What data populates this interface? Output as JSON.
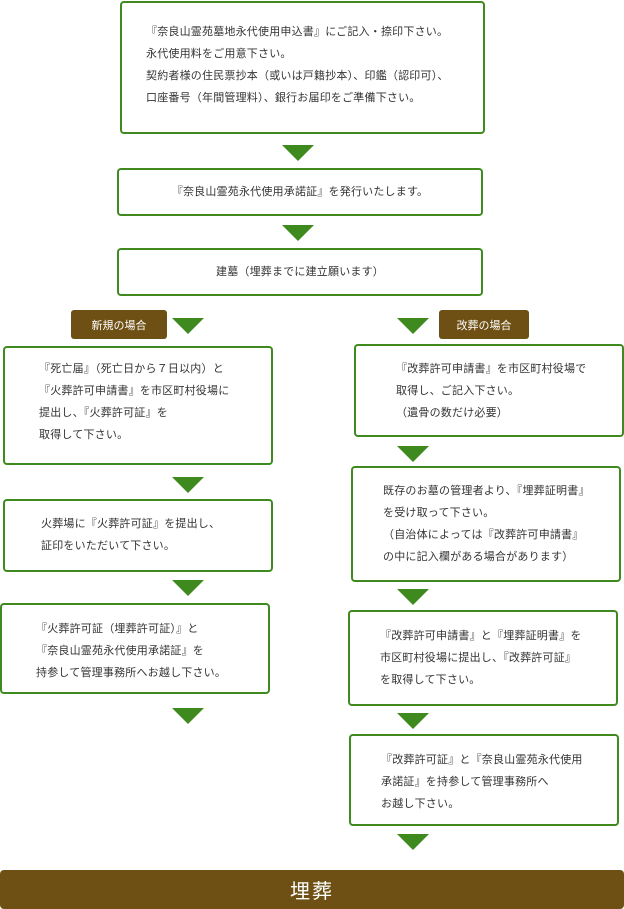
{
  "top_box": {
    "lines": [
      "『奈良山霊苑墓地永代使用申込書』にご記入・捺印下さい。",
      "永代使用料をご用意下さい。",
      "契約者様の住民票抄本（或いは戸籍抄本）、印鑑（認印可）、",
      "口座番号（年間管理料）、銀行お届印をご準備下さい。"
    ]
  },
  "step2": "『奈良山霊苑永代使用承諾証』を発行いたします。",
  "step3": "建墓（埋葬までに建立願います）",
  "new_case": {
    "label": "新規の場合",
    "boxes": [
      {
        "lines": [
          "『死亡届』（死亡日から７日以内）と",
          "『火葬許可申請書』を市区町村役場に",
          "提出し、『火葬許可証』を",
          "取得して下さい。"
        ]
      },
      {
        "lines": [
          "火葬場に『火葬許可証』を提出し、",
          "証印をいただいて下さい。"
        ]
      },
      {
        "lines": [
          "『火葬許可証（埋葬許可証）』と",
          "『奈良山霊苑永代使用承諾証』を",
          "持参して管理事務所へお越し下さい。"
        ]
      }
    ]
  },
  "relocation_case": {
    "label": "改葬の場合",
    "boxes": [
      {
        "lines": [
          "『改葬許可申請書』を市区町村役場で",
          "取得し、ご記入下さい。",
          "（遺骨の数だけ必要）"
        ]
      },
      {
        "lines": [
          "既存のお墓の管理者より、『埋葬証明書』",
          "を受け取って下さい。",
          "（自治体によっては『改葬許可申請書』",
          "の中に記入欄がある場合があります）"
        ]
      },
      {
        "lines": [
          "『改葬許可申請書』と『埋葬証明書』を",
          "市区町村役場に提出し、『改葬許可証』",
          "を取得して下さい。"
        ]
      },
      {
        "lines": [
          "『改葬許可証』と『奈良山霊苑永代使用",
          "承諾証』を持参して管理事務所へ",
          "お越し下さい。"
        ]
      }
    ]
  },
  "final_label": "埋葬",
  "colors": {
    "accent_green": "#3f8a1e",
    "label_brown": "#6e5014"
  }
}
